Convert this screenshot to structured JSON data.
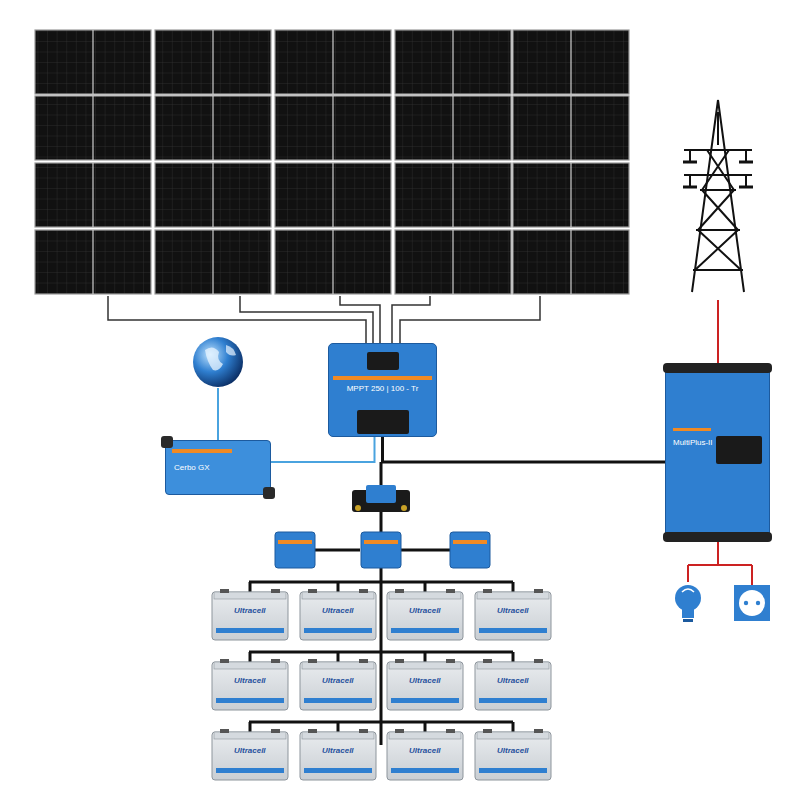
{
  "diagram": {
    "nodes": [
      {
        "text": [
          "MPPT 250 | 100 - Tr"
        ]
      },
      {
        "text": [
          "Cerbo GX"
        ]
      },
      {
        "text": [
          "MultiPlus-II"
        ]
      }
    ],
    "edges": [
      {
        "from": 0,
        "to": 2,
        "arrow": "none"
      },
      {
        "from": 1,
        "to": 0,
        "arrow": "none"
      }
    ],
    "labels": [
      "Ultracell",
      "Ultracell",
      "Ultracell",
      "Ultracell",
      "Ultracell",
      "Ultracell",
      "Ultracell",
      "Ultracell",
      "Ultracell",
      "Ultracell",
      "Ultracell",
      "Ultracell"
    ]
  }
}
